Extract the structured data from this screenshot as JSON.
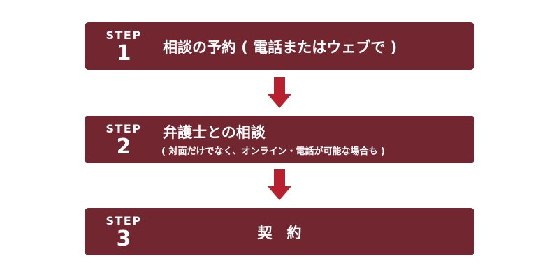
{
  "colors": {
    "box": "#722630",
    "arrow": "#B8202F",
    "text": "#FFFFFF"
  },
  "steps": [
    {
      "label": "STEP",
      "number": "1",
      "title": "相談の予約 ( 電話またはウェブで )",
      "subtitle": ""
    },
    {
      "label": "STEP",
      "number": "2",
      "title": "弁護士との相談",
      "subtitle": "( 対面だけでなく、オンライン・電話が可能な場合も )"
    },
    {
      "label": "STEP",
      "number": "3",
      "title": "契　約",
      "subtitle": ""
    }
  ],
  "arrows": [
    "down-arrow-icon",
    "down-arrow-icon"
  ]
}
